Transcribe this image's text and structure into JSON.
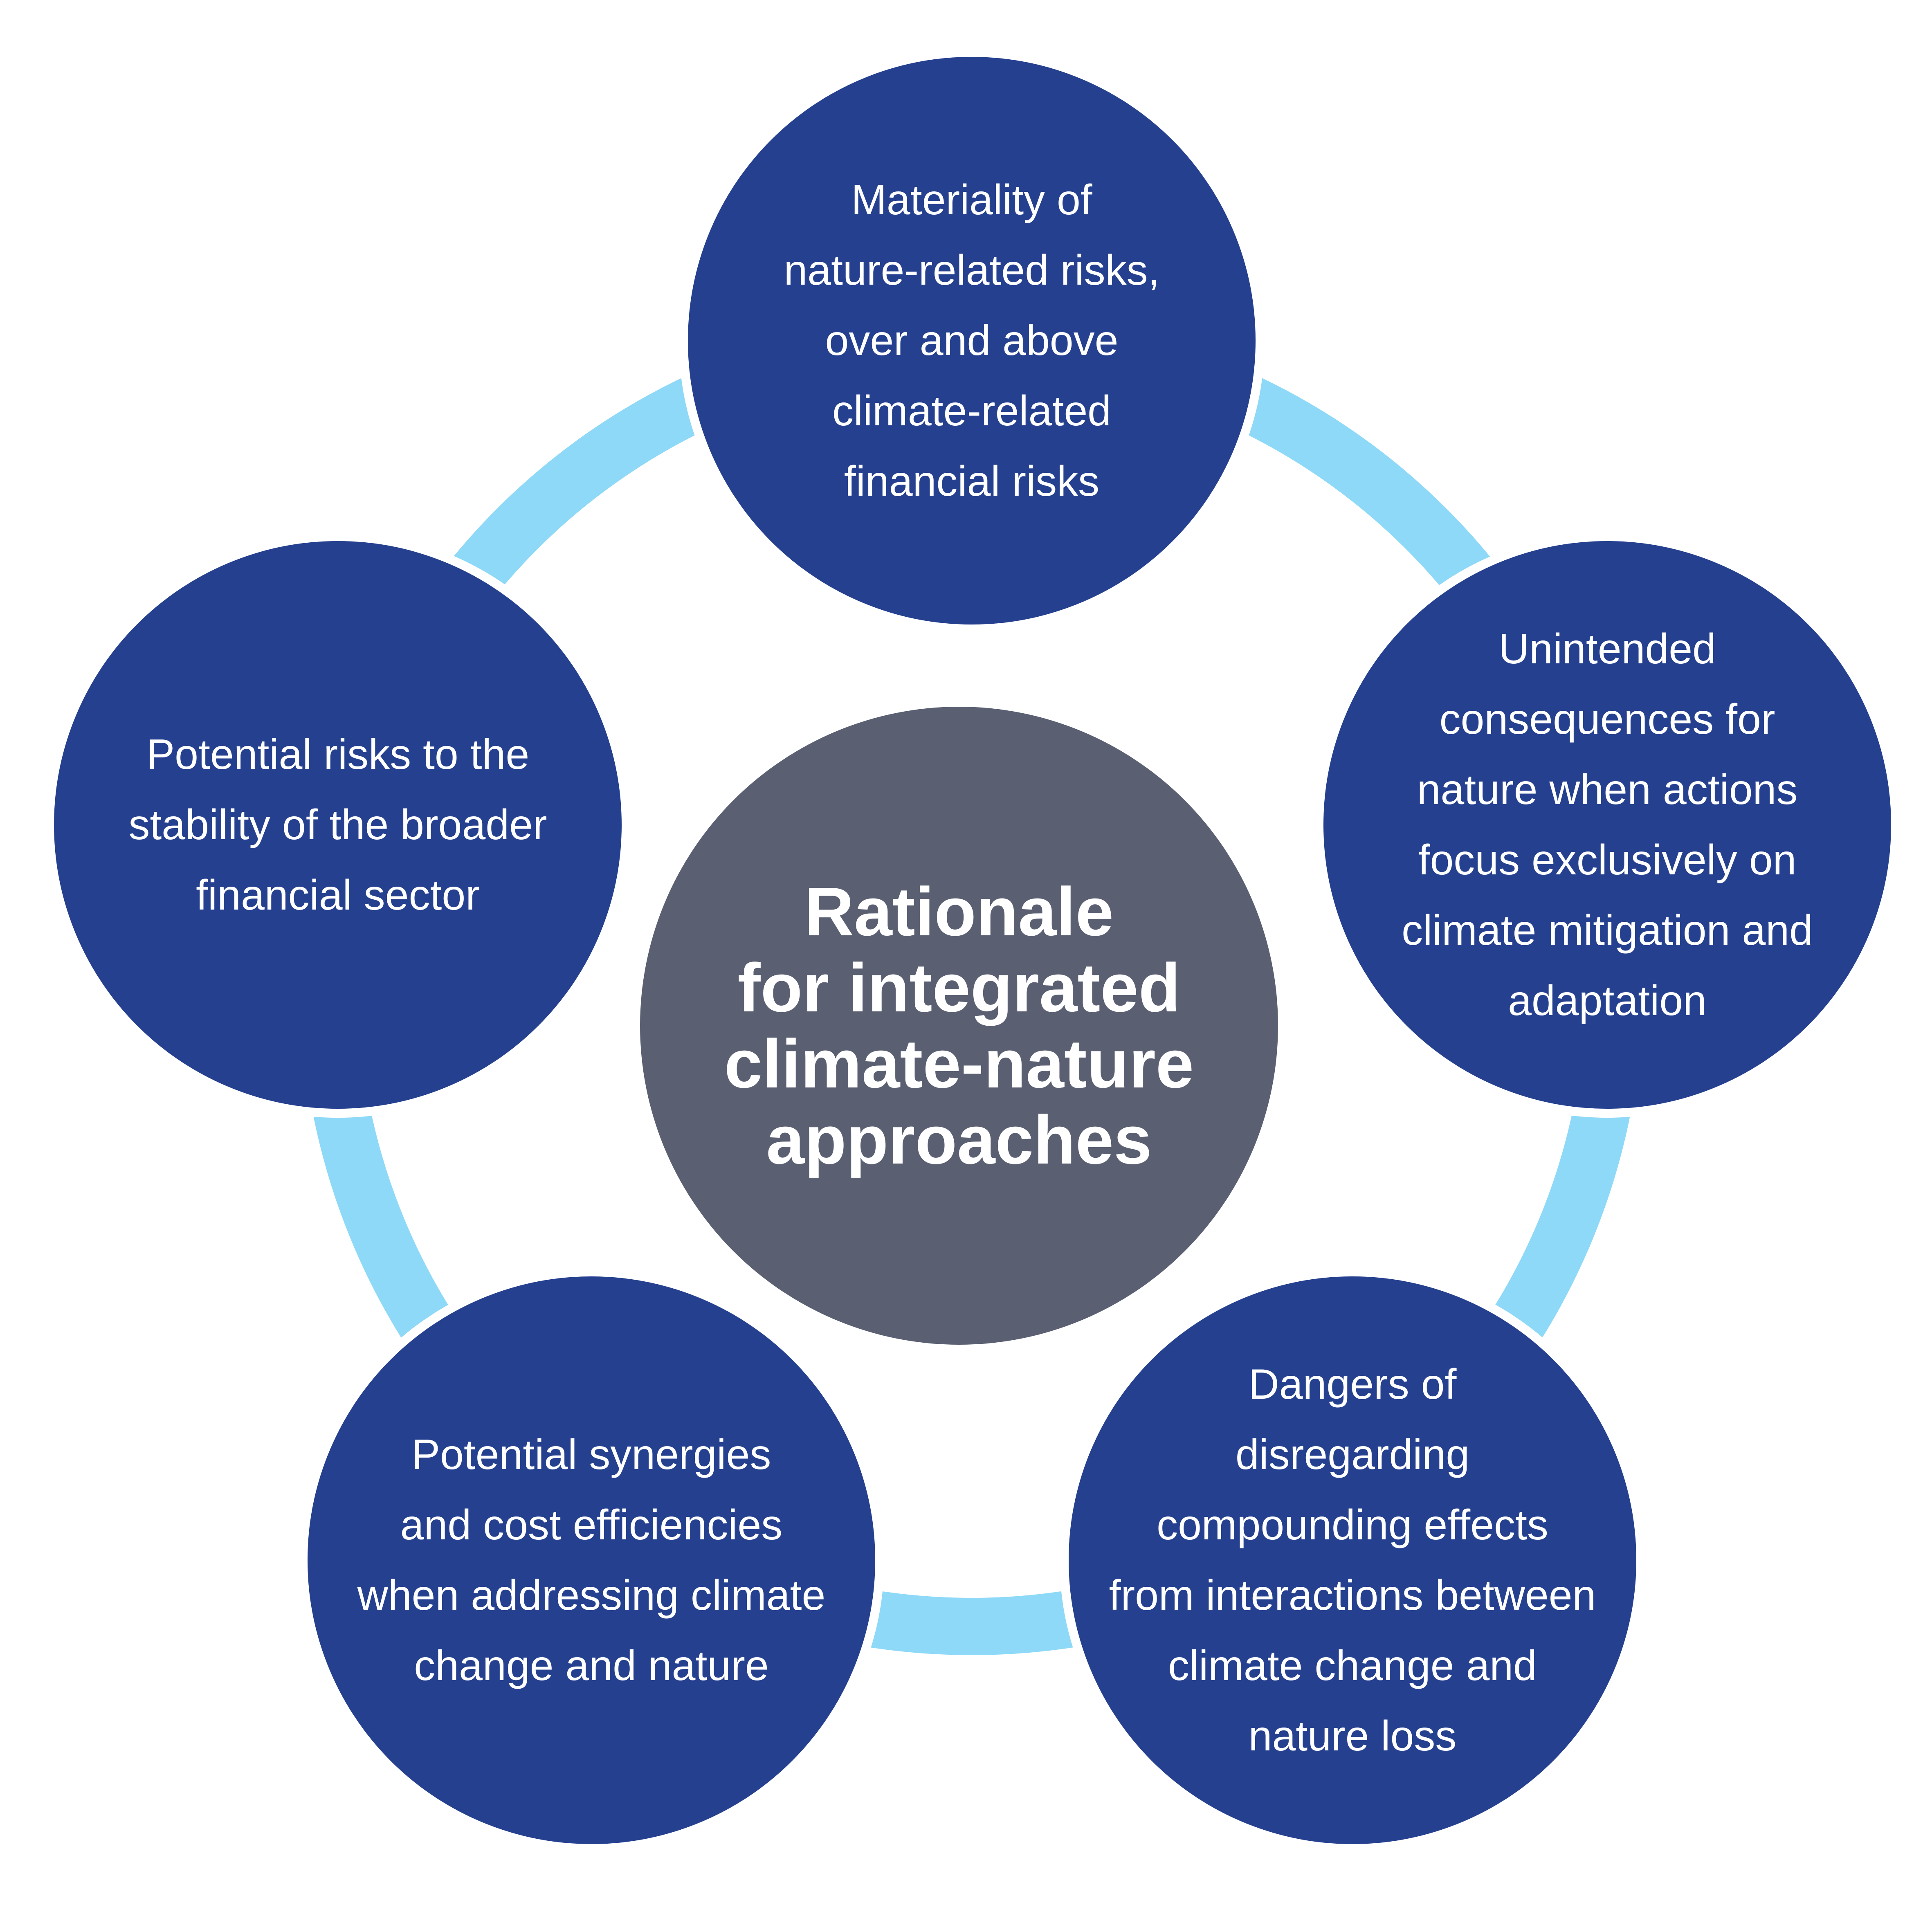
{
  "colors": {
    "node": "#25408f",
    "center": "#5a5f72",
    "ring": "#8ed9f7",
    "background": "#ffffff"
  },
  "center": {
    "lines": [
      "Rationale",
      "for integrated",
      "climate-nature",
      "approaches"
    ]
  },
  "nodes": [
    {
      "id": "top",
      "lines": [
        "Materiality of",
        "nature-related risks,",
        "over and above",
        "climate-related",
        "financial risks"
      ]
    },
    {
      "id": "right",
      "lines": [
        "Unintended",
        "consequences for",
        "nature when actions",
        "focus exclusively on",
        "climate mitigation and",
        "adaptation"
      ]
    },
    {
      "id": "bottom-right",
      "lines": [
        "Dangers of",
        "disregarding",
        "compounding effects",
        "from interactions between",
        "climate change and",
        "nature loss"
      ]
    },
    {
      "id": "bottom-left",
      "lines": [
        "Potential synergies",
        "and cost efficiencies",
        "when addressing climate",
        "change and nature"
      ]
    },
    {
      "id": "left",
      "lines": [
        "Potential risks to the",
        "stability of the broader",
        "financial sector"
      ]
    }
  ]
}
